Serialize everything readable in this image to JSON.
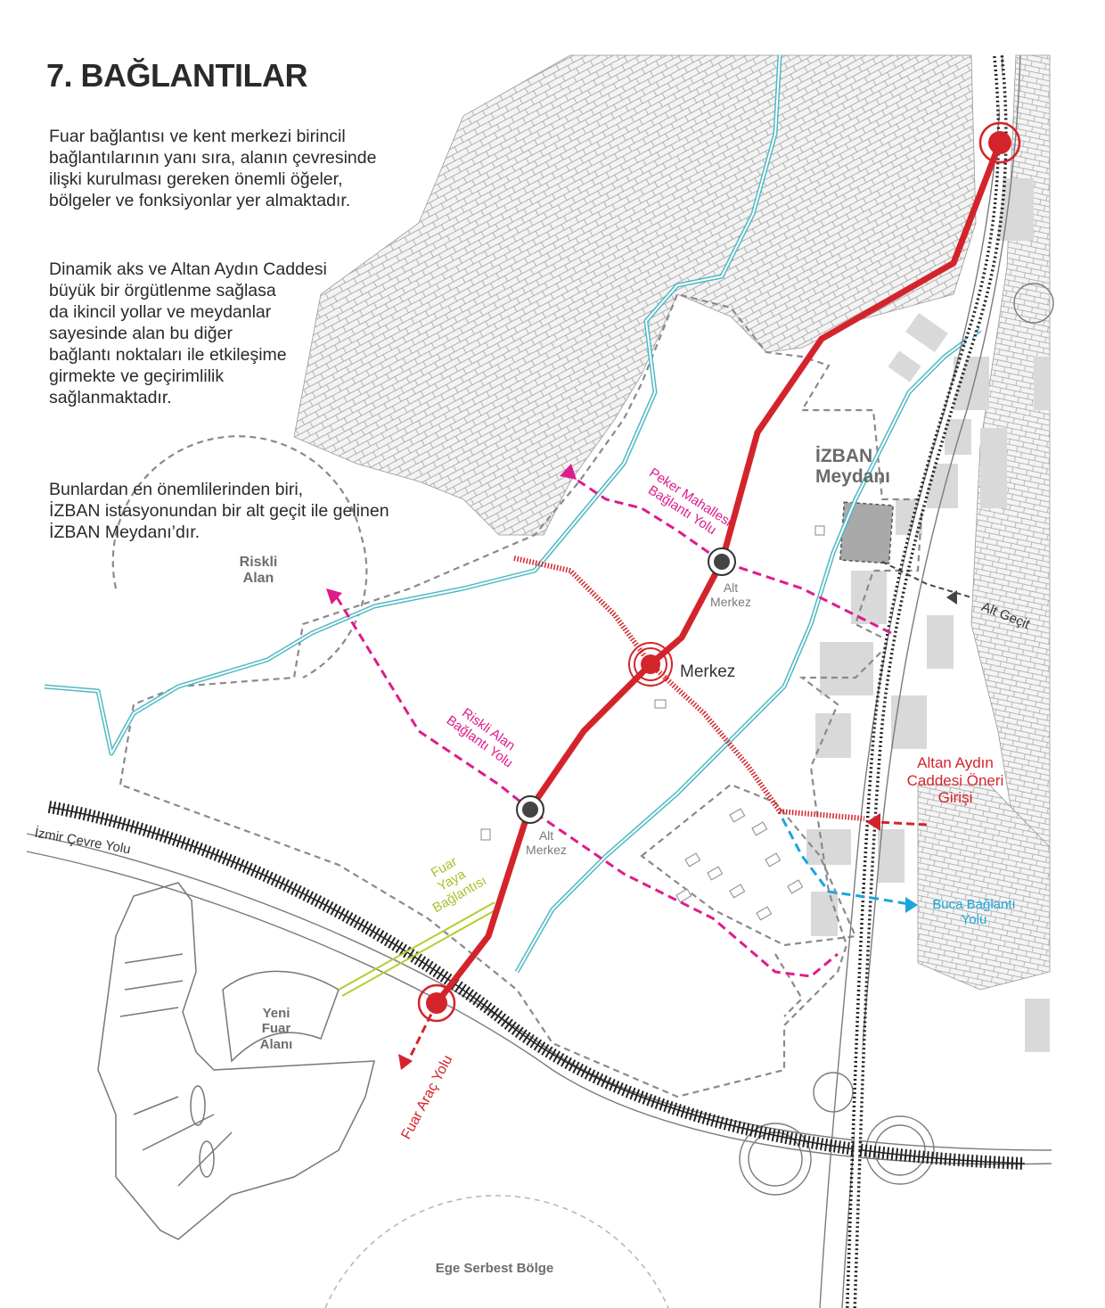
{
  "page": {
    "title": "7. BAĞLANTILAR",
    "paragraphs": [
      "Fuar bağlantısı ve kent merkezi birincil\nbağlantılarının yanı sıra, alanın çevresinde\nilişki kurulması gereken önemli öğeler,\nbölgeler ve fonksiyonlar yer almaktadır.",
      "Dinamik aks ve Altan Aydın Caddesi\nbüyük bir örgütlenme sağlasa\nda ikincil yollar ve meydanlar\nsayesinde alan bu diğer\nbağlantı noktaları ile etkileşime\ngirmekte ve geçirimlilik\nsağlanmaktadır.",
      "Bunlardan en önemlilerinden biri,\nİZBAN istasyonundan bir alt geçit ile gelinen\nİZBAN Meydanı’dır."
    ]
  },
  "map": {
    "labels": {
      "riskli_alan": "Riskli\nAlan",
      "merkez": "Merkez",
      "alt_merkez_top": "Alt\nMerkez",
      "alt_merkez_bottom": "Alt\nMerkez",
      "izban_meydani": "İZBAN\nMeydanı",
      "alt_gecit": "Alt Geçit",
      "altan_aydin": "Altan Aydın\nCaddesi Öneri\nGirişi",
      "buca": "Buca Bağlantı\nYolu",
      "peker": "Peker Mahallesi\nBağlantı Yolu",
      "riskli_alan_yol": "Riskli Alan\nBağlantı Yolu",
      "fuar_yaya": "Fuar\nYaya\nBağlantısı",
      "cevre_yolu": "İzmir Çevre Yolu",
      "yeni_fuar": "Yeni\nFuar\nAlanı",
      "fuar_arac": "Fuar Araç Yolu",
      "ege": "Ege Serbest Bölge"
    },
    "colors": {
      "main_axis": "#d4242b",
      "connection_road": "#df1b8c",
      "buca_road": "#1aa6dc",
      "pedestrian": "#b8cc2e",
      "stream": "#4fb9c4",
      "rail": "#222222",
      "boundary": "#8a8a8a",
      "building": "#d9d9d9",
      "square": "#a9a9a9"
    }
  }
}
